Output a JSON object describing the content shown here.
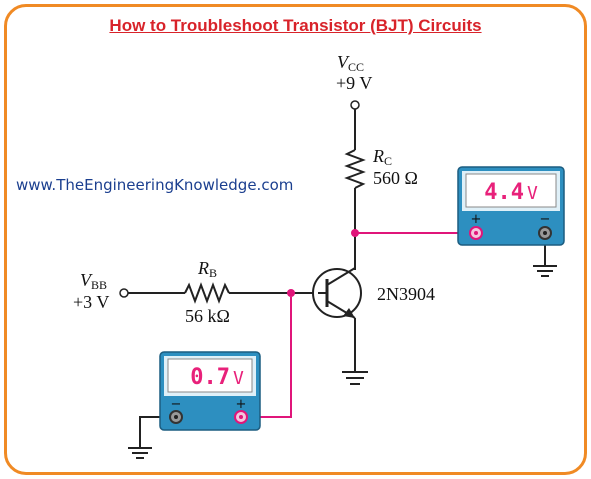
{
  "title": "How to Troubleshoot Transistor (BJT) Circuits",
  "website": "www.TheEngineeringKnowledge.com",
  "vcc": {
    "name": "V",
    "sub": "CC",
    "value": "+9 V"
  },
  "rc": {
    "name": "R",
    "sub": "C",
    "value": "560 Ω"
  },
  "vbb": {
    "name": "V",
    "sub": "BB",
    "value": "+3 V"
  },
  "rb": {
    "name": "R",
    "sub": "B",
    "value": "56 kΩ"
  },
  "transistor": {
    "label": "2N3904"
  },
  "meter_collector": {
    "reading": "4.4",
    "unit": "V",
    "pos": "+",
    "neg": "−"
  },
  "meter_base": {
    "reading": "0.7",
    "unit": "V",
    "pos": "+",
    "neg": "−"
  },
  "colors": {
    "probe_wire": "#e0157a",
    "meter_body": "#2d8fc0",
    "border": "#f08a24",
    "title": "#d8232a"
  }
}
